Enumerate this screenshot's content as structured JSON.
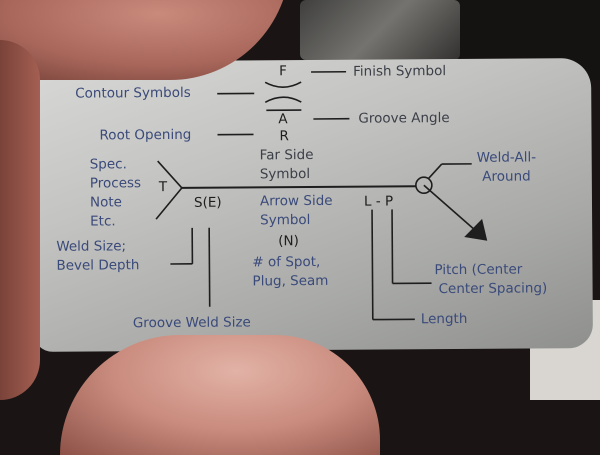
{
  "scene": {
    "description": "Hand holding a metal welding symbol reference card",
    "colors": {
      "card": "#c3c3c1",
      "label_text": "#3a4a7a",
      "symbol_text": "#1e1e1e",
      "lines": "#1e1e1e",
      "skin": "#c98a7c",
      "background": "#1a1514"
    }
  },
  "card": {
    "labels": {
      "contour_symbols": "Contour Symbols",
      "root_opening": "Root Opening",
      "spec_process": [
        "Spec.",
        "Process",
        "Note",
        "Etc."
      ],
      "weld_size": [
        "Weld Size;",
        "Bevel Depth"
      ],
      "groove_weld_size": "Groove Weld Size",
      "finish_symbol": "Finish Symbol",
      "groove_angle": "Groove Angle",
      "far_side_symbol": [
        "Far Side",
        "Symbol"
      ],
      "arrow_side_symbol": [
        "Arrow Side",
        "Symbol"
      ],
      "number_of_spot": [
        "# of Spot,",
        "Plug, Seam"
      ],
      "weld_all_around": [
        "Weld-All-",
        "Around"
      ],
      "pitch": [
        "Pitch (Center",
        "Center Spacing)"
      ],
      "length": "Length"
    },
    "symbols": {
      "finish": "F",
      "groove_angle": "A",
      "root_opening": "R",
      "tail": "T",
      "size_effective": "S(E)",
      "length_pitch": "L - P",
      "number": "(N)"
    },
    "icons": [
      "contour-arcs-icon",
      "reference-line",
      "tail-icon",
      "weld-all-around-circle-icon",
      "arrow-head-icon"
    ]
  }
}
